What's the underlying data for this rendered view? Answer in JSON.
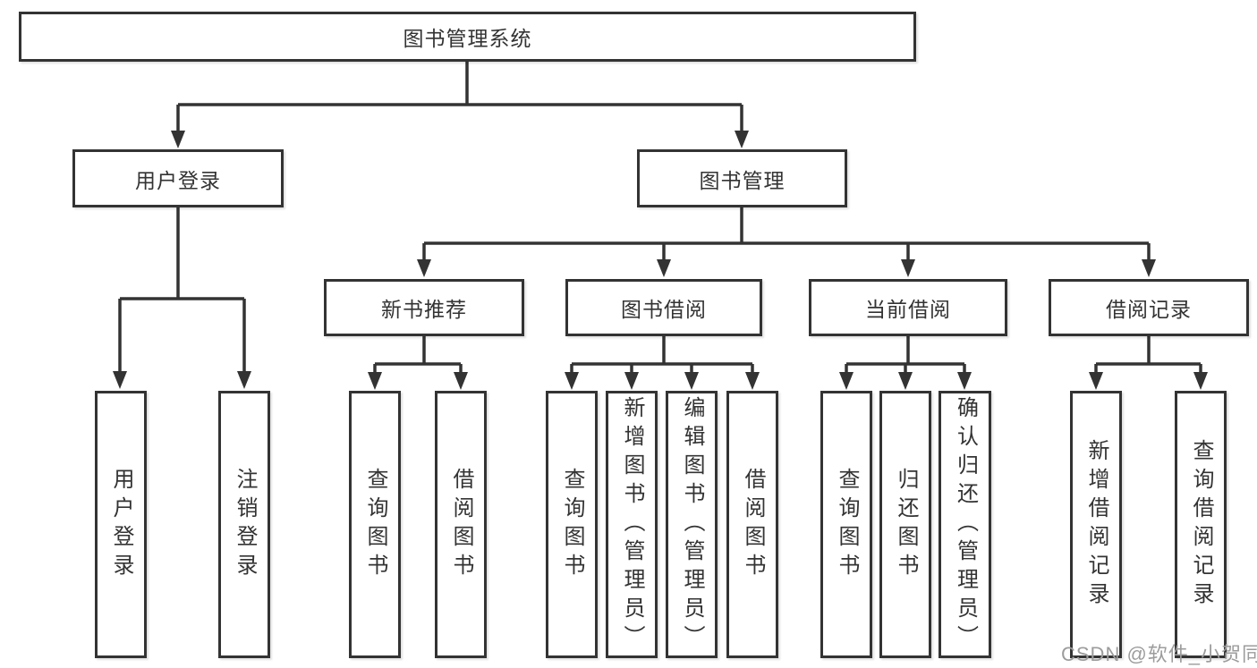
{
  "diagram": {
    "colors": {
      "line": "#333333",
      "border": "#333333",
      "text": "#333333",
      "watermark_text": "#9c9c9c",
      "background": "#ffffff"
    },
    "root": {
      "label": "图书管理系统"
    },
    "level2": {
      "user_login": {
        "label": "用户登录"
      },
      "book_mgmt": {
        "label": "图书管理"
      }
    },
    "level3": {
      "new_book_rec": {
        "label": "新书推荐"
      },
      "book_borrow": {
        "label": "图书借阅"
      },
      "current_borrow": {
        "label": "当前借阅"
      },
      "borrow_records": {
        "label": "借阅记录"
      }
    },
    "leaves": {
      "login": {
        "label": "用户登录",
        "parent": "用户登录"
      },
      "logout": {
        "label": "注销登录",
        "parent": "用户登录"
      },
      "query_books_rec": {
        "label": "查询图书",
        "parent": "新书推荐"
      },
      "borrow_books_rec": {
        "label": "借阅图书",
        "parent": "新书推荐"
      },
      "query_books_borrow": {
        "label": "查询图书",
        "parent": "图书借阅"
      },
      "add_books": {
        "label": "新增图书（管理员）",
        "parent": "图书借阅"
      },
      "edit_books": {
        "label": "编辑图书（管理员）",
        "parent": "图书借阅"
      },
      "borrow_books_borrow": {
        "label": "借阅图书",
        "parent": "图书借阅"
      },
      "query_books_current": {
        "label": "查询图书",
        "parent": "当前借阅"
      },
      "return_books": {
        "label": "归还图书",
        "parent": "当前借阅"
      },
      "confirm_return": {
        "label": "确认归还（管理员）",
        "parent": "当前借阅"
      },
      "add_borrow_record": {
        "label": "新增借阅记录",
        "parent": "借阅记录"
      },
      "query_borrow_record": {
        "label": "查询借阅记录",
        "parent": "借阅记录"
      }
    },
    "watermark": "CSDN @软件_小贺同学"
  }
}
